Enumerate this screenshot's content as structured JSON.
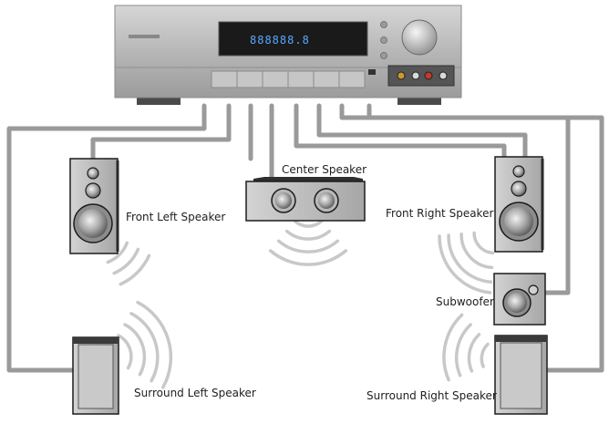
{
  "receiver": {
    "display_text": "888888.8"
  },
  "speakers": {
    "center": "Center Speaker",
    "front_left": "Front Left Speaker",
    "front_right": "Front Right Speaker",
    "subwoofer": "Subwoofer",
    "surround_left": "Surround Left Speaker",
    "surround_right": "Surround Right Speaker"
  },
  "colors": {
    "cable": "#9a9a9a",
    "sound_wave": "#c8c8c8",
    "receiver_body": "#b7b7b7",
    "display_text": "#5aa8ff"
  }
}
